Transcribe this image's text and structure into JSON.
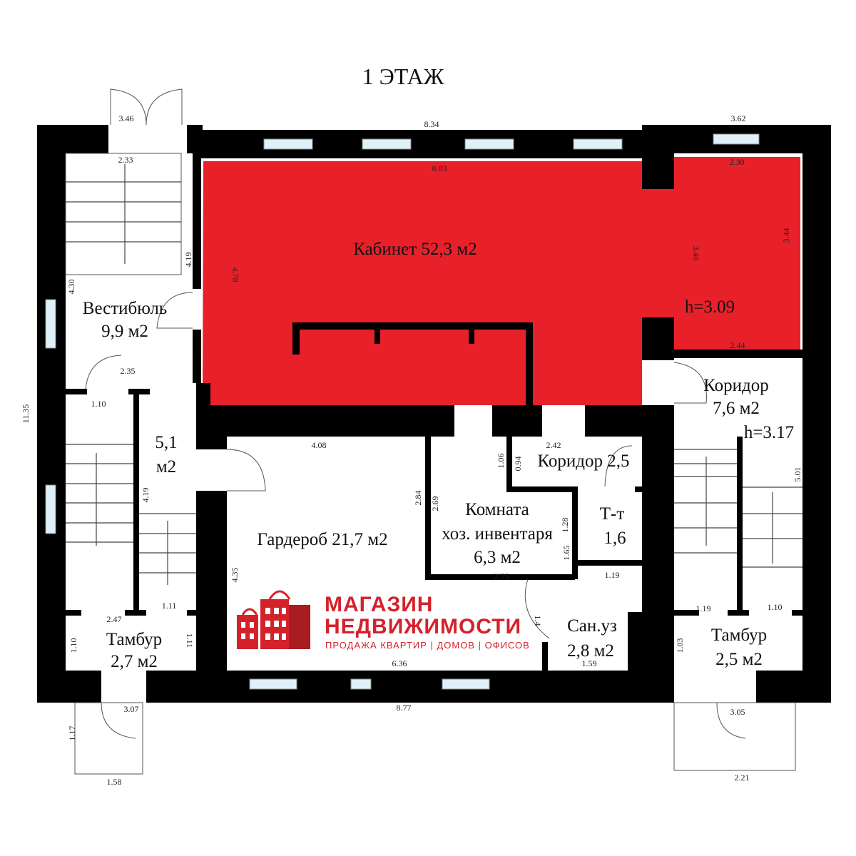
{
  "title": "1 ЭТАЖ",
  "colors": {
    "highlight": "#e8202a",
    "wall": "#000000",
    "logo": "#d4222b"
  },
  "rooms": {
    "cabinet": "Кабинет 52,3 м2",
    "cabinet_height": "h=3.09",
    "vestibule_name": "Вестибюль",
    "vestibule_area": "9,9 м2",
    "stair_area_1": "5,1",
    "stair_area_2": "м2",
    "wardrobe": "Гардероб 21,7 м2",
    "storage_1": "Комната",
    "storage_2": "хоз. инвентаря",
    "storage_3": "6,3 м2",
    "corridor_small": "Коридор 2,5",
    "toilet_1": "Т-т",
    "toilet_2": "1,6",
    "bathroom_1": "Сан.уз",
    "bathroom_2": "2,8 м2",
    "corridor_name": "Коридор",
    "corridor_area": "7,6 м2",
    "corridor_height": "h=3.17",
    "tambour_left_name": "Тамбур",
    "tambour_left_area": "2,7 м2",
    "tambour_right_name": "Тамбур",
    "tambour_right_area": "2,5 м2"
  },
  "dimensions": {
    "d346": "3.46",
    "d233": "2.33",
    "d834": "8.34",
    "d883": "8.83",
    "d362": "3.62",
    "d230": "2.30",
    "d340": "3.40",
    "d344": "3.44",
    "d244": "2.44",
    "d419a": "4.19",
    "d478": "4.78",
    "d430": "4.30",
    "d235": "2.35",
    "d110a": "1.10",
    "d1135": "11.35",
    "d419b": "4.19",
    "d408": "4.08",
    "d284": "2.84",
    "d269": "2.69",
    "d106": "1.06",
    "d094": "0.94",
    "d242": "2.42",
    "d128": "1.28",
    "d165": "1.65",
    "d275": "2.75",
    "d119a": "1.19",
    "d435": "4.35",
    "d111a": "1.11",
    "d247": "2.47",
    "d110b": "1.10",
    "d111b": "1.11",
    "d636": "6.36",
    "d159": "1.59",
    "d877": "8.77",
    "d307": "3.07",
    "d117": "1.17",
    "d158": "1.58",
    "d501": "5.01",
    "d119b": "1.19",
    "d110c": "1.10",
    "d103": "1.03",
    "d305": "3.05",
    "d221": "2.21",
    "d14": "1.4"
  },
  "logo": {
    "line1": "МАГАЗИН",
    "line2": "НЕДВИЖИМОСТИ",
    "tagline": "ПРОДАЖА КВАРТИР | ДОМОВ | ОФИСОВ"
  }
}
